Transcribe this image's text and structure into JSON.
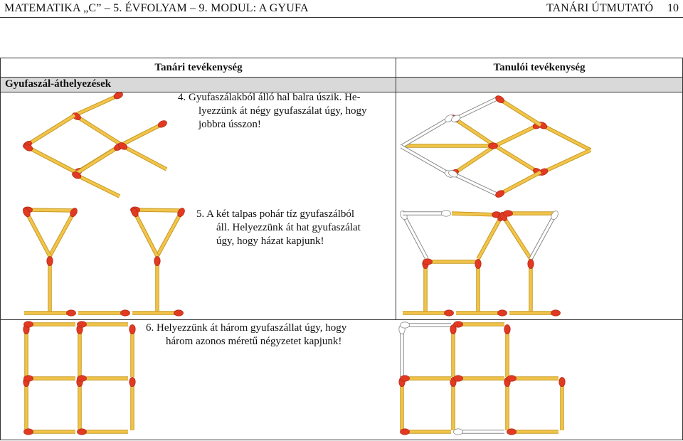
{
  "header": {
    "left": "MATEMATIKA „C” – 5. ÉVFOLYAM – 9. MODUL: A GYUFA",
    "right": "TANÁRI ÚTMUTATÓ     10"
  },
  "table": {
    "col_teacher": "Tanári tevékenység",
    "col_student": "Tanulói tevékenység",
    "section": "Gyufaszál-áthelyezések"
  },
  "tasks": {
    "t4_line1": "4.   Gyufaszálakból álló hal balra úszik. He-",
    "t4_line2": "lyezzünk át négy gyufaszálat úgy, hogy",
    "t4_line3": "jobbra ússzon!",
    "t5_line1": "5.   A két talpas pohár tíz gyufaszálból",
    "t5_line2": "áll. Helyezzünk át hat gyufaszálat",
    "t5_line3": "úgy, hogy házat kapjunk!",
    "t6_line1": "6.   Helyezzünk át három gyufaszállat úgy, hogy",
    "t6_line2": "három azonos méretű négyzetet kapjunk!"
  },
  "colors": {
    "match_body": "#f2c44a",
    "match_head": "#e23a22",
    "ghost_body": "#ffffff",
    "ghost_edge": "#8a8a8a",
    "shade": "#d9d9d9"
  },
  "icons": [
    "matchstick-icon",
    "ghost-matchstick-icon"
  ]
}
